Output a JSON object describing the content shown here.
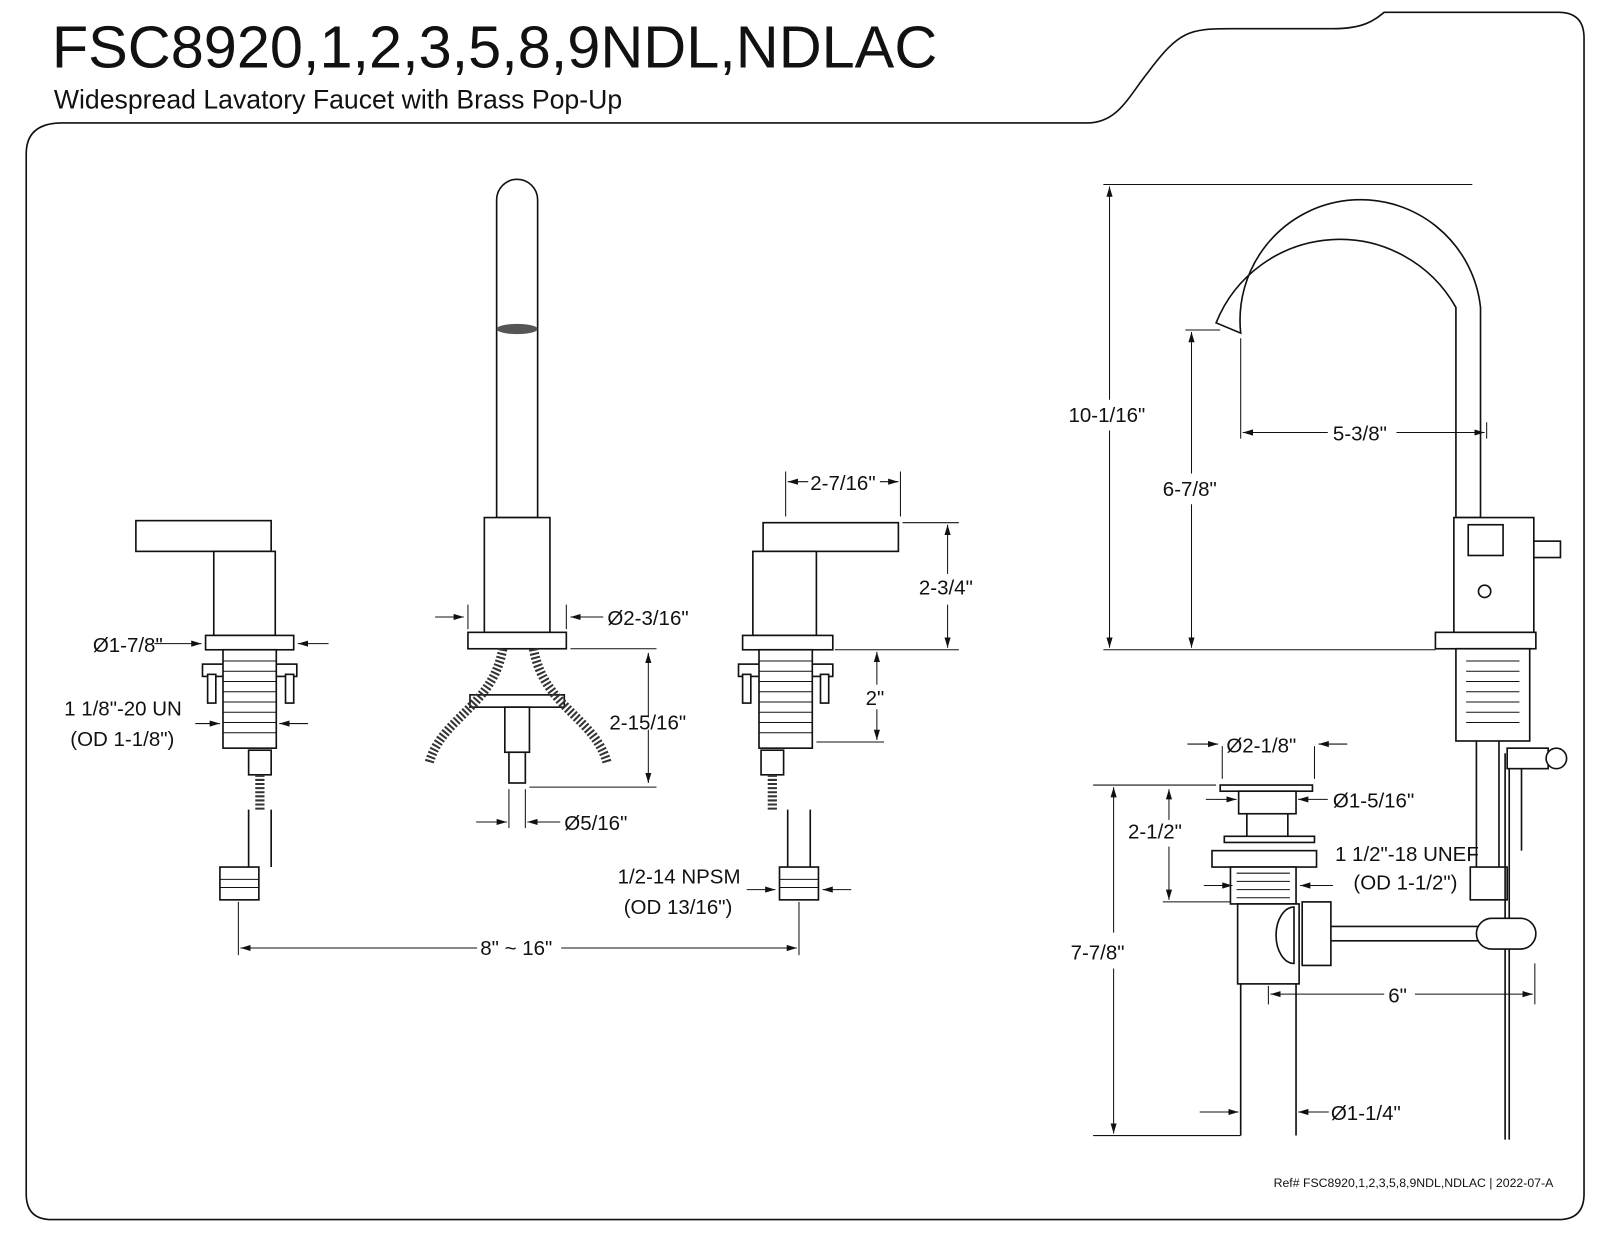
{
  "header": {
    "title": "FSC8920,1,2,3,5,8,9NDL,NDLAC",
    "subtitle": "Widespread Lavatory Faucet with Brass Pop-Up"
  },
  "dimensions": {
    "handle_flange_dia": "Ø1-7/8\"",
    "handle_thread": "1 1/8\"-20 UN",
    "handle_thread_od": "(OD 1-1/8\")",
    "spout_base_dia": "Ø2-3/16\"",
    "spout_shank_len": "2-15/16\"",
    "spout_outlet_dia": "Ø5/16\"",
    "handle_width": "2-7/16\"",
    "handle_height": "2-3/4\"",
    "handle_shank_len": "2\"",
    "supply_thread": "1/2-14 NPSM",
    "supply_thread_od": "(OD 13/16\")",
    "spread": "8\" ~ 16\"",
    "overall_height": "10-1/16\"",
    "spout_height": "6-7/8\"",
    "spout_reach": "5-3/8\"",
    "drain_flange_dia": "Ø2-1/8\"",
    "drain_stopper_dia": "Ø1-5/16\"",
    "drain_body_len": "2-1/2\"",
    "drain_thread": "1 1/2\"-18 UNEF",
    "drain_thread_od": "(OD 1-1/2\")",
    "drain_total_len": "7-7/8\"",
    "pivot_rod_len": "6\"",
    "tailpiece_dia": "Ø1-1/4\""
  },
  "footer": {
    "reference": "Ref# FSC8920,1,2,3,5,8,9NDL,NDLAC | 2022-07-A"
  }
}
